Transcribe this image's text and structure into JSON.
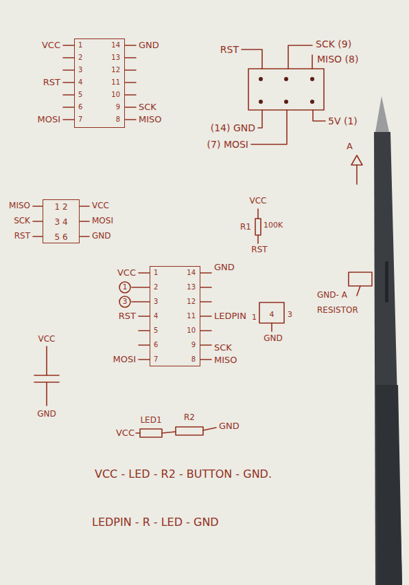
{
  "diagram": {
    "nodes": [
      {
        "text": [
          "1",
          "2",
          "3",
          "4",
          "5",
          "6",
          "7",
          "14",
          "13",
          "12",
          "11",
          "10",
          "9",
          "8"
        ]
      },
      {
        "text": [
          "1 2",
          "3 4",
          "5 6"
        ]
      },
      {
        "text": [
          "1",
          "2",
          "3",
          "4",
          "5",
          "6",
          "7",
          "14",
          "13",
          "12",
          "11",
          "10",
          "9",
          "8"
        ]
      }
    ],
    "labels": [
      "VCC",
      "GND",
      "RST",
      "MOSI",
      "SCK",
      "MISO",
      "RST",
      "SCK (9)",
      "MISO (8)",
      "(14) GND",
      "(7) MOSI",
      "5V (1)",
      "MISO",
      "VCC",
      "SCK",
      "MOSI",
      "RST",
      "GND",
      "VCC",
      "R1",
      "100K",
      "RST",
      "VCC",
      "1",
      "3",
      "RST",
      "MOSI",
      "GND",
      "LEDPIN",
      "SCK",
      "MISO",
      "1",
      "3",
      "4",
      "GND",
      "GND- A",
      "RESISTOR",
      "A",
      "VCC",
      "GND",
      "VCC",
      "LED1",
      "R2",
      "GND",
      "VCC - LED - R2 - BUTTON - GND.",
      "LEDPIN - R - LED - GND"
    ]
  }
}
